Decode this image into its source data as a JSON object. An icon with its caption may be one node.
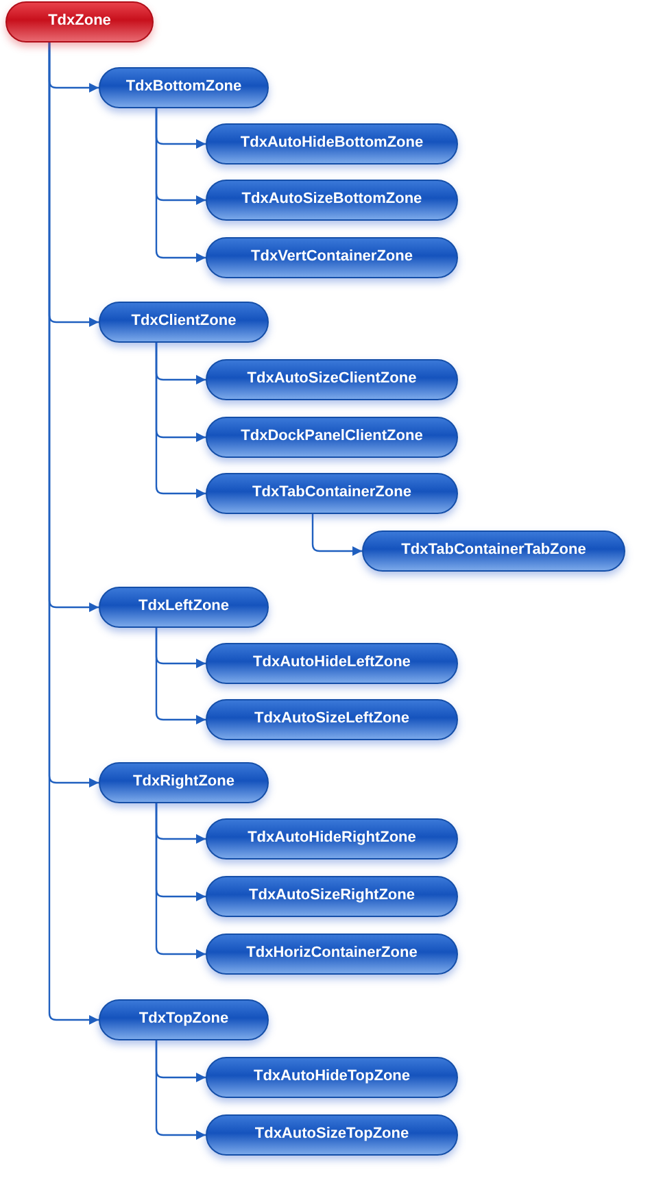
{
  "diagram": {
    "nodes": [
      {
        "text": [
          "TdxZone"
        ]
      },
      {
        "text": [
          "TdxBottomZone"
        ]
      },
      {
        "text": [
          "TdxAutoHideBottomZone"
        ]
      },
      {
        "text": [
          "TdxAutoSizeBottomZone"
        ]
      },
      {
        "text": [
          "TdxVertContainerZone"
        ]
      },
      {
        "text": [
          "TdxClientZone"
        ]
      },
      {
        "text": [
          "TdxAutoSizeClientZone"
        ]
      },
      {
        "text": [
          "TdxDockPanelClientZone"
        ]
      },
      {
        "text": [
          "TdxTabContainerZone"
        ]
      },
      {
        "text": [
          "TdxTabContainerTabZone"
        ]
      },
      {
        "text": [
          "TdxLeftZone"
        ]
      },
      {
        "text": [
          "TdxAutoHideLeftZone"
        ]
      },
      {
        "text": [
          "TdxAutoSizeLeftZone"
        ]
      },
      {
        "text": [
          "TdxRightZone"
        ]
      },
      {
        "text": [
          "TdxAutoHideRightZone"
        ]
      },
      {
        "text": [
          "TdxAutoSizeRightZone"
        ]
      },
      {
        "text": [
          "TdxHorizContainerZone"
        ]
      },
      {
        "text": [
          "TdxTopZone"
        ]
      },
      {
        "text": [
          "TdxAutoHideTopZone"
        ]
      },
      {
        "text": [
          "TdxAutoSizeTopZone"
        ]
      }
    ],
    "edges": [
      {
        "from": 0,
        "to": 1,
        "arrow": "to"
      },
      {
        "from": 1,
        "to": 2,
        "arrow": "to"
      },
      {
        "from": 1,
        "to": 3,
        "arrow": "to"
      },
      {
        "from": 1,
        "to": 4,
        "arrow": "to"
      },
      {
        "from": 0,
        "to": 5,
        "arrow": "to"
      },
      {
        "from": 5,
        "to": 6,
        "arrow": "to"
      },
      {
        "from": 5,
        "to": 7,
        "arrow": "to"
      },
      {
        "from": 5,
        "to": 8,
        "arrow": "to"
      },
      {
        "from": 8,
        "to": 9,
        "arrow": "to"
      },
      {
        "from": 0,
        "to": 10,
        "arrow": "to"
      },
      {
        "from": 10,
        "to": 11,
        "arrow": "to"
      },
      {
        "from": 10,
        "to": 12,
        "arrow": "to"
      },
      {
        "from": 0,
        "to": 13,
        "arrow": "to"
      },
      {
        "from": 13,
        "to": 14,
        "arrow": "to"
      },
      {
        "from": 13,
        "to": 15,
        "arrow": "to"
      },
      {
        "from": 13,
        "to": 16,
        "arrow": "to"
      },
      {
        "from": 0,
        "to": 17,
        "arrow": "to"
      },
      {
        "from": 17,
        "to": 18,
        "arrow": "to"
      },
      {
        "from": 17,
        "to": 19,
        "arrow": "to"
      }
    ]
  }
}
